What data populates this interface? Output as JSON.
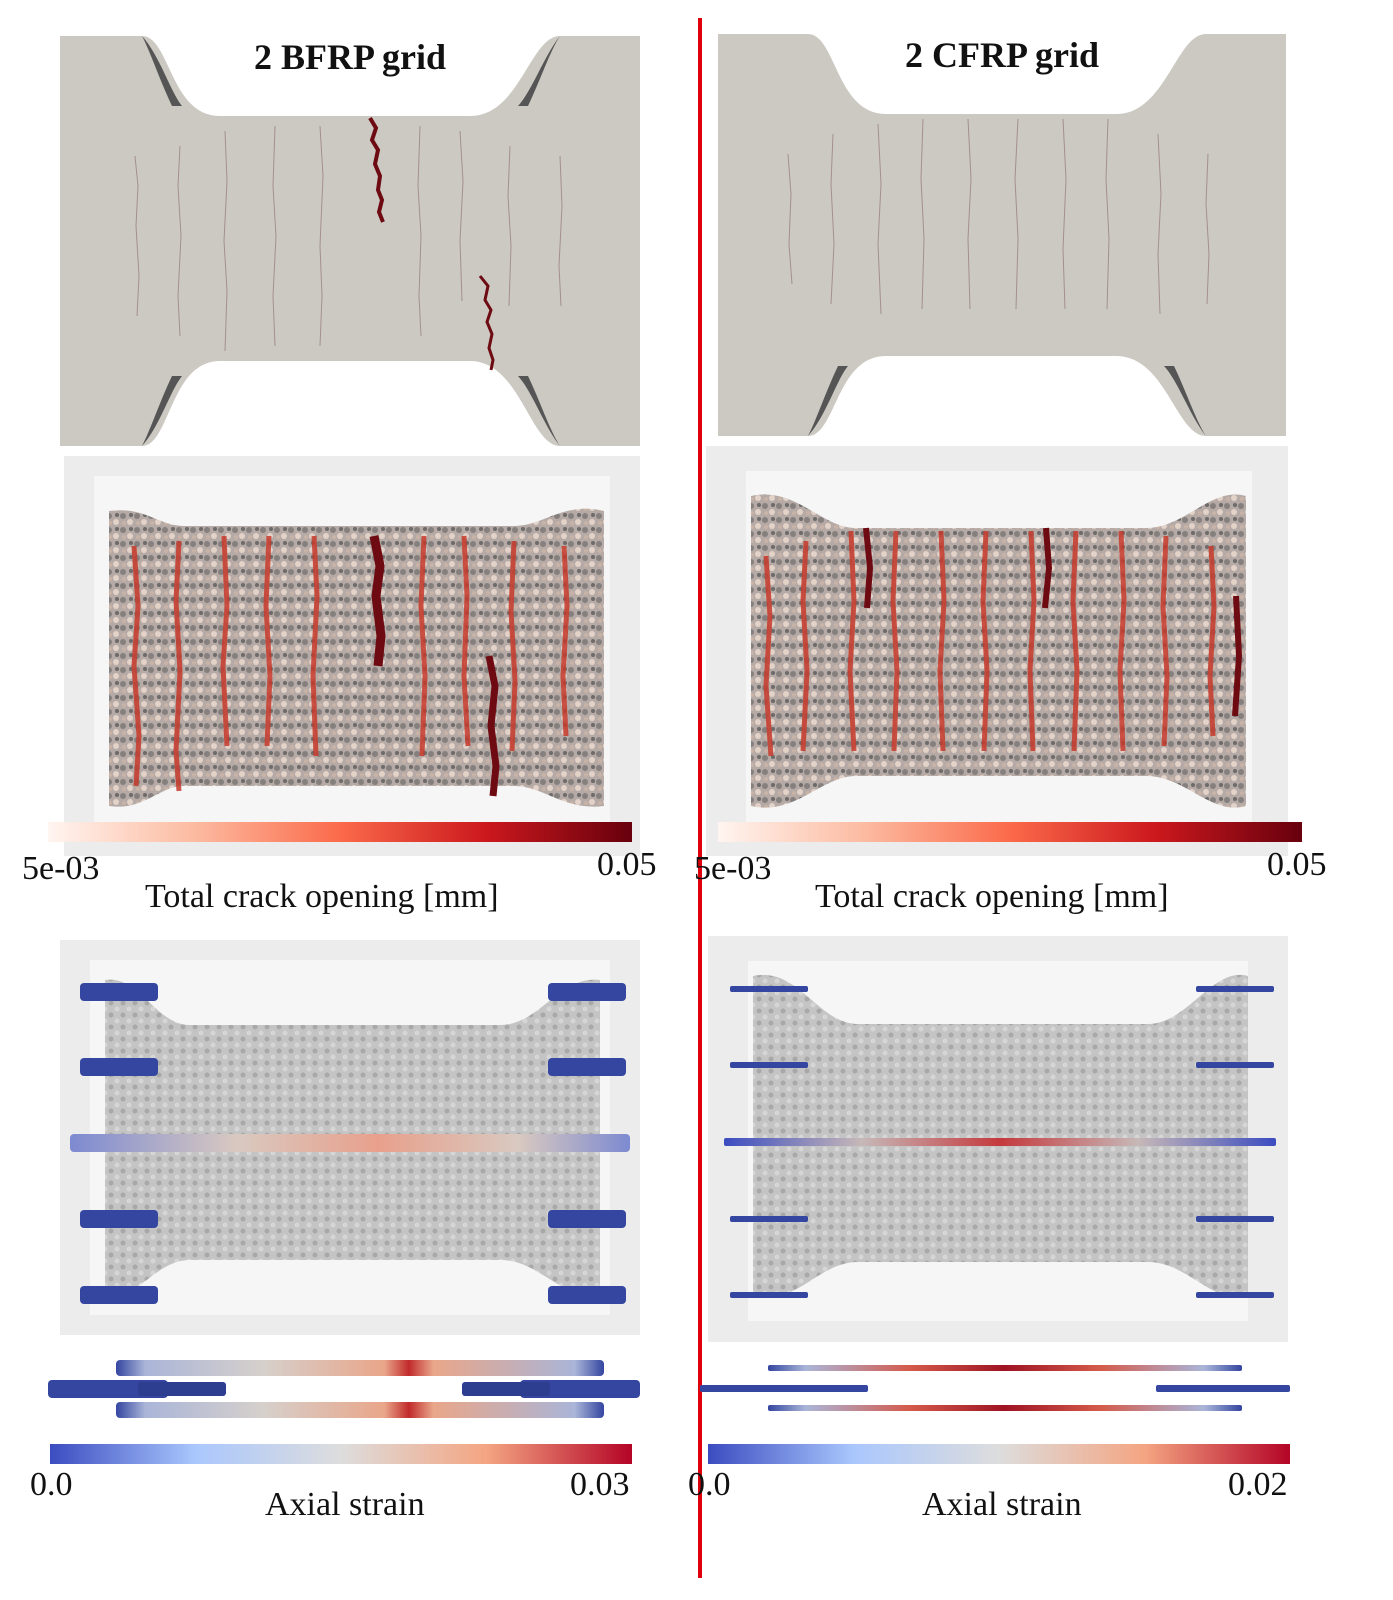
{
  "left": {
    "title": "2 BFRP grid",
    "crack_scale": {
      "min_label": "5e-03",
      "max_label": "0.05",
      "label": "Total crack opening [mm]"
    },
    "strain_scale": {
      "min_label": "0.0",
      "max_label": "0.03",
      "label": "Axial strain"
    }
  },
  "right": {
    "title": "2 CFRP grid",
    "crack_scale": {
      "min_label": "5e-03",
      "max_label": "0.05",
      "label": "Total crack opening [mm]"
    },
    "strain_scale": {
      "min_label": "0.0",
      "max_label": "0.02",
      "label": "Axial strain"
    }
  },
  "colors": {
    "specimen": "#cbc9c2",
    "crack": "#6e0a12",
    "divider": "#e0000b",
    "bar_blue": "#3446a0",
    "cmap_crack": [
      "#fff5f0",
      "#fcbba1",
      "#fb6a4a",
      "#cb181d",
      "#67000d"
    ],
    "cmap_strain": [
      "#3b4cc0",
      "#aac7fd",
      "#dddddd",
      "#f4a582",
      "#b40426"
    ]
  }
}
